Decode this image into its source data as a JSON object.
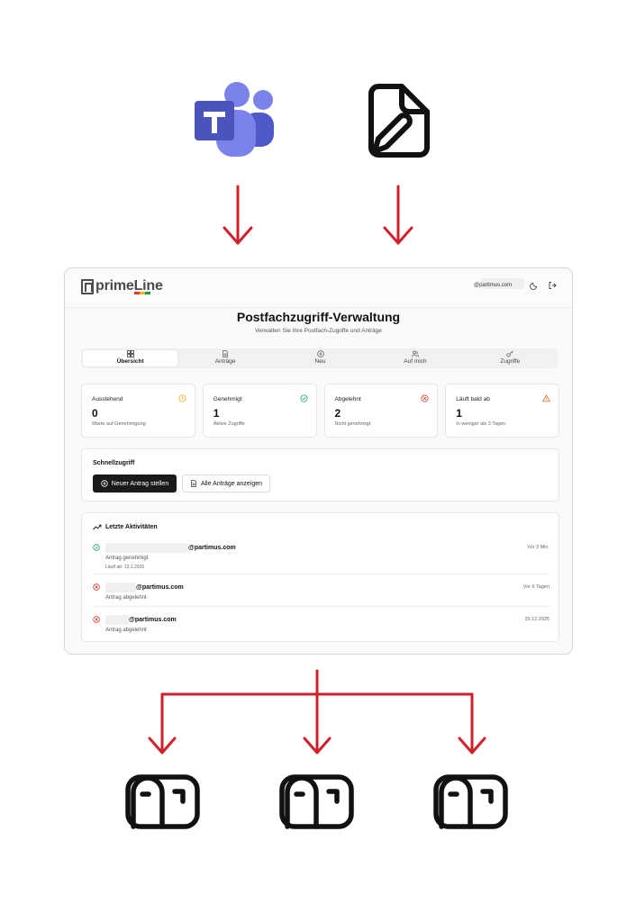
{
  "app": {
    "brand": "primeLine",
    "user_email": "@partimus.com",
    "title": "Postfachzugriff-Verwaltung",
    "subtitle": "Verwalten Sie Ihre Postfach-Zugriffe und Anträge"
  },
  "tabs": [
    {
      "label": "Übersicht",
      "icon": "grid-icon",
      "active": true
    },
    {
      "label": "Anträge",
      "icon": "document-icon",
      "active": false
    },
    {
      "label": "Neu",
      "icon": "plus-circle-icon",
      "active": false
    },
    {
      "label": "Auf mich",
      "icon": "users-icon",
      "active": false
    },
    {
      "label": "Zugriffe",
      "icon": "key-icon",
      "active": false
    }
  ],
  "stats": [
    {
      "label": "Ausstehend",
      "value": "0",
      "sub": "Warte auf Genehmigung",
      "icon": "clock-icon",
      "color": "#f2a516"
    },
    {
      "label": "Genehmigt",
      "value": "1",
      "sub": "Aktive Zugriffe",
      "icon": "check-circle-icon",
      "color": "#22a55a"
    },
    {
      "label": "Abgelehnt",
      "value": "2",
      "sub": "Nicht genehmigt",
      "icon": "x-circle-icon",
      "color": "#e0352b"
    },
    {
      "label": "Läuft bald ab",
      "value": "1",
      "sub": "In weniger als 3 Tagen",
      "icon": "warning-icon",
      "color": "#f26a16"
    }
  ],
  "quick": {
    "title": "Schnellzugriff",
    "new_request": "Neuer Antrag stellen",
    "all_requests": "Alle Anträge anzeigen"
  },
  "activity": {
    "title": "Letzte Aktivitäten",
    "items": [
      {
        "email": "@partimus.com",
        "desc": "Antrag genehmigt",
        "extra": "Läuft ab: 13.1.2026",
        "time": "Vor 3 Min.",
        "status": "approved"
      },
      {
        "email": "@partimus.com",
        "desc": "Antrag abgelehnt",
        "extra": "",
        "time": "Vor 6 Tagen",
        "status": "rejected"
      },
      {
        "email": "@partimus.com",
        "desc": "Antrag abgelehnt",
        "extra": "",
        "time": "29.12.2025",
        "status": "rejected"
      }
    ]
  },
  "colors": {
    "arrow": "#d0202c",
    "teams_purple": "#5b5fc7"
  },
  "icons": {
    "source_1": "microsoft-teams-icon",
    "source_2": "file-signature-icon",
    "target": "mailbox-icon"
  }
}
